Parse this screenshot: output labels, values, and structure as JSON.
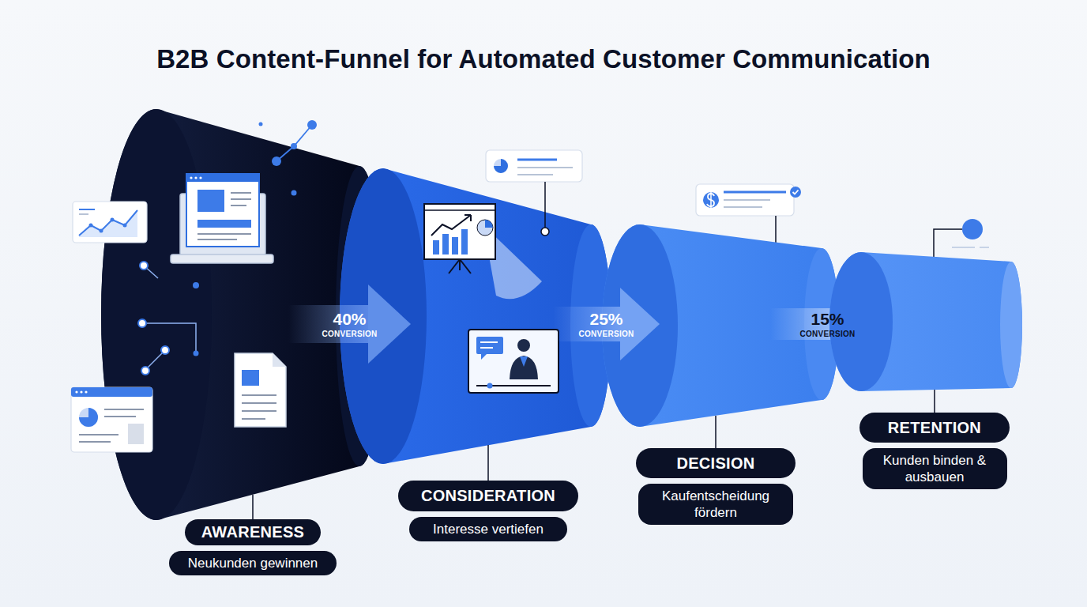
{
  "diagram": {
    "title": "B2B Content-Funnel for Automated Customer Communication",
    "nodes": [
      {
        "text": [
          "AWARENESS",
          "Neukunden gewinnen"
        ]
      },
      {
        "text": [
          "CONSIDERATION",
          "Interesse vertiefen"
        ]
      },
      {
        "text": [
          "DECISION",
          "Kaufentscheidung fördern"
        ]
      },
      {
        "text": [
          "RETENTION",
          "Kunden binden & ausbauen"
        ]
      }
    ],
    "edges": [
      {
        "from": 0,
        "to": 1,
        "label": "40% CONVERSION",
        "arrow": "to"
      },
      {
        "from": 1,
        "to": 2,
        "label": "25% CONVERSION",
        "arrow": "to"
      },
      {
        "from": 2,
        "to": 3,
        "label": "15% CONVERSION",
        "arrow": "to"
      }
    ]
  }
}
